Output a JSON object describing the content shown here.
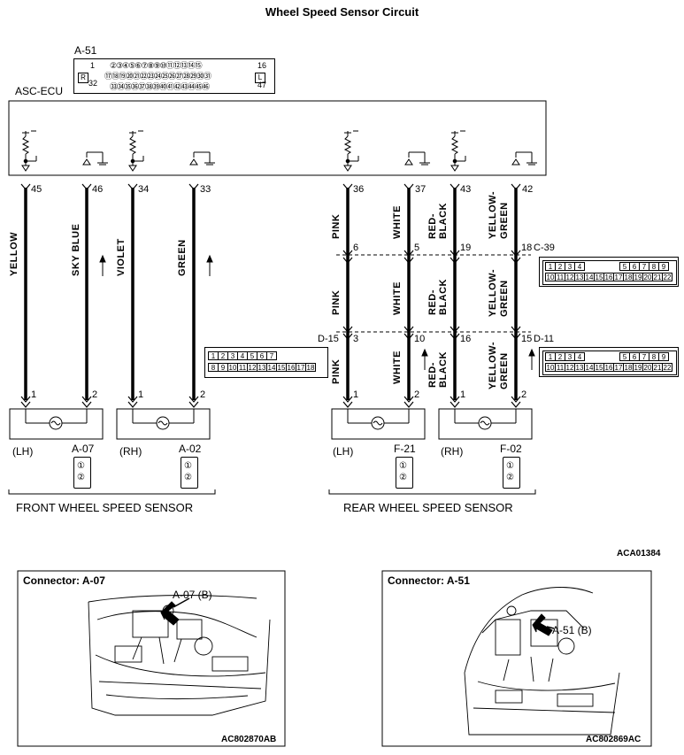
{
  "title": "Wheel Speed Sensor Circuit",
  "ecu": {
    "label": "ASC-ECU",
    "connector_id": "A-51",
    "connector_pins_row1": "②③④⑤⑥⑦⑧⑨⑩⑪⑫⑬⑭⑮",
    "connector_pins_row2": "⑰⑱⑲⑳㉑㉒㉓㉔㉕㉖㉗㉘㉙㉚㉛",
    "connector_pins_row3": "㉝㉞㉟㊱㊲㊳㊴㊵㊶㊷㊸㊹㊺㊻",
    "pin_1": "1",
    "pin_16": "16",
    "pin_32": "32",
    "pin_47": "47",
    "mark_r": "R",
    "mark_l": "L"
  },
  "ecu_pins": [
    "45",
    "46",
    "34",
    "33",
    "36",
    "37",
    "43",
    "42"
  ],
  "wires": {
    "front_lh_1": "YELLOW",
    "front_lh_2": "SKY BLUE",
    "front_rh_1": "VIOLET",
    "front_rh_2": "GREEN",
    "rear_a_pink": "PINK",
    "rear_a_white": "WHITE",
    "rear_a_redblack": "RED-\nBLACK",
    "rear_a_yg": "YELLOW-\nGREEN"
  },
  "wire_text": {
    "pink": "PINK",
    "white": "WHITE",
    "red": "RED-",
    "black": "BLACK",
    "yellow": "YELLOW-",
    "green": "GREEN"
  },
  "junctions": {
    "c39": {
      "id": "C-39",
      "pins": [
        "6",
        "5",
        "19",
        "18"
      ],
      "row1": [
        "1",
        "2",
        "3",
        "4",
        "5",
        "6",
        "7",
        "8",
        "9"
      ],
      "row2": [
        "10",
        "11",
        "12",
        "13",
        "14",
        "15",
        "16",
        "17",
        "18",
        "19",
        "20",
        "21",
        "22"
      ]
    },
    "d15": {
      "id": "D-15",
      "pins": [
        "3",
        "10"
      ],
      "row1": [
        "1",
        "2",
        "3",
        "4",
        "5",
        "6",
        "7"
      ],
      "row2": [
        "8",
        "9",
        "10",
        "11",
        "12",
        "13",
        "14",
        "15",
        "16",
        "17",
        "18"
      ]
    },
    "d11": {
      "id": "D-11",
      "pins": [
        "16",
        "15"
      ],
      "row1": [
        "1",
        "2",
        "3",
        "4",
        "5",
        "6",
        "7",
        "8",
        "9"
      ],
      "row2": [
        "10",
        "11",
        "12",
        "13",
        "14",
        "15",
        "16",
        "17",
        "18",
        "19",
        "20",
        "21",
        "22"
      ]
    }
  },
  "sensors": {
    "front_lh": {
      "side": "(LH)",
      "connector": "A-07"
    },
    "front_rh": {
      "side": "(RH)",
      "connector": "A-02"
    },
    "rear_lh": {
      "side": "(LH)",
      "connector": "F-21"
    },
    "rear_rh": {
      "side": "(RH)",
      "connector": "F-02"
    },
    "pin1": "1",
    "pin2": "2",
    "conn_pin1": "①",
    "conn_pin2": "②"
  },
  "groups": {
    "front": "FRONT WHEEL SPEED SENSOR",
    "rear": "REAR WHEEL SPEED SENSOR"
  },
  "diagram_code": "ACA01384",
  "photos": [
    {
      "title": "Connector: A-07",
      "callout": "A-07 (B)",
      "code": "AC802870AB"
    },
    {
      "title": "Connector: A-51",
      "callout": "A-51 (B)",
      "code": "AC802869AC"
    }
  ]
}
